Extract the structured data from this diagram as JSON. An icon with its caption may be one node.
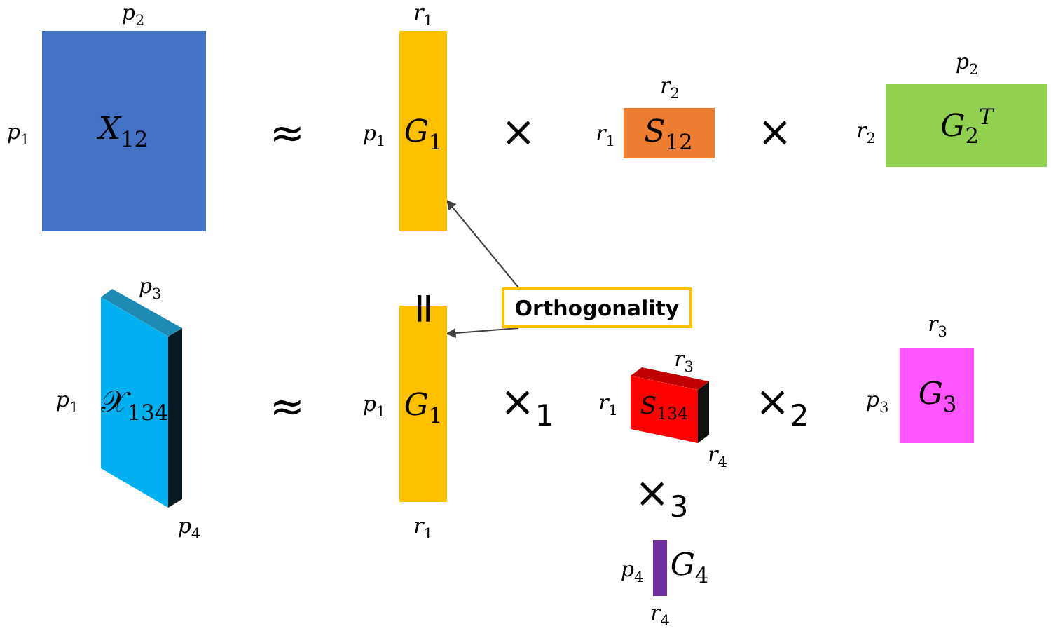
{
  "diagram": {
    "nodes": [
      {
        "text": [
          "*X*$_{12}$"
        ],
        "beside": [
          "*p*$_{2}$",
          "*p*$_{1}$"
        ]
      },
      {
        "text": [
          "*G*$_{1}$"
        ],
        "beside": [
          "*r*$_{1}$",
          "*p*$_{1}$"
        ]
      },
      {
        "text": [
          "*S*$_{12}$"
        ],
        "beside": [
          "*r*$_{2}$",
          "*r*$_{1}$"
        ]
      },
      {
        "text": [
          "*G*$_{2}$$^{T}$"
        ],
        "beside": [
          "*p*$_{2}$",
          "*r*$_{2}$"
        ]
      },
      {
        "text": [
          "𝒳$_{134}$"
        ],
        "beside": [
          "*p*$_{3}$",
          "*p*$_{1}$",
          "*p*$_{4}$"
        ]
      },
      {
        "text": [
          "*G*$_{1}$"
        ],
        "beside": [
          "*p*$_{1}$",
          "*r*$_{1}$"
        ]
      },
      {
        "text": [
          "*S*$_{134}$"
        ],
        "beside": [
          "*r*$_{3}$",
          "*r*$_{1}$",
          "*r*$_{4}$"
        ]
      },
      {
        "text": [
          "*G*$_{3}$"
        ],
        "beside": [
          "*r*$_{3}$",
          "*p*$_{3}$"
        ]
      },
      {
        "text": [
          "*G*$_{4}$"
        ],
        "beside": [
          "*p*$_{4}$",
          "*r*$_{4}$"
        ]
      },
      {
        "text": [
          "Orthogonality"
        ]
      }
    ],
    "edges": [
      {
        "from": 9,
        "to": 1,
        "arrow": "to"
      },
      {
        "from": 9,
        "to": 5,
        "arrow": "to"
      }
    ],
    "labels": [
      "≈",
      "×",
      "×",
      "=",
      "≈",
      "×$_{1}$",
      "×$_{2}$",
      "×$_{3}$"
    ]
  }
}
